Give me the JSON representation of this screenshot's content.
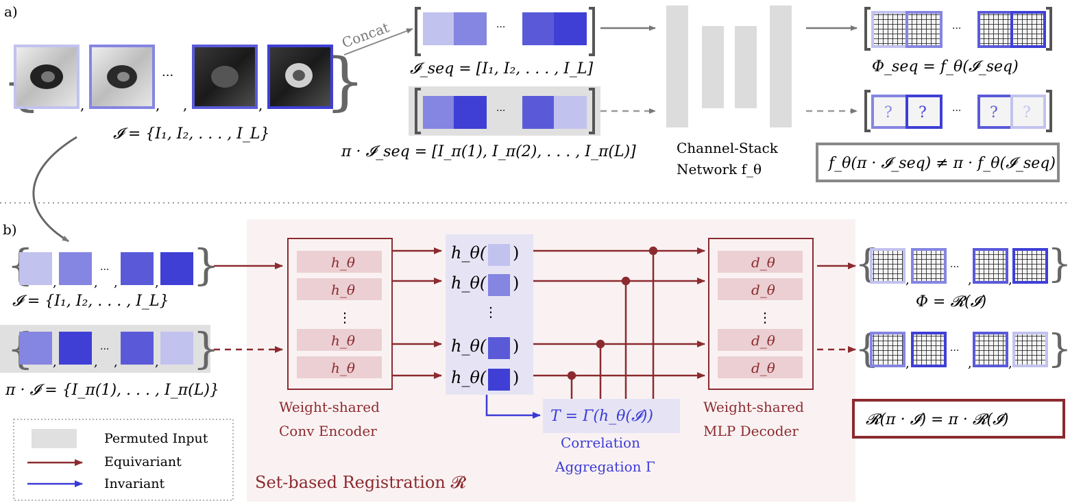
{
  "panel_a": {
    "label": "a)",
    "concat_label": "Concat",
    "set_label": "𝓘 = {I₁, I₂, . . . , I_L}",
    "seq_label": "𝓘_seq = [I₁, I₂, . . . , I_L]",
    "perm_seq_label": "π · 𝓘_seq = [I_π(1), I_π(2), . . . , I_π(L)]",
    "network_line1": "Channel-Stack",
    "network_line2": "Network f_θ",
    "output_label": "Φ_seq = f_θ(𝓘_seq)",
    "noneq_label": "f_θ(π · 𝓘_seq) ≠ π · f_θ(𝓘_seq)",
    "unknown_mark": "?",
    "dots": "···"
  },
  "panel_b": {
    "label": "b)",
    "set_label": "𝓘 = {I₁, I₂, . . . , I_L}",
    "perm_set_label": "π · 𝓘 = {I_π(1), . . . , I_π(L)}",
    "encoder_cell": "h_θ",
    "encoder_caption_1": "Weight-shared",
    "encoder_caption_2": "Conv Encoder",
    "feature_label": "h_θ(",
    "correlation_label": "T = Γ(h_θ(𝓘))",
    "correlation_caption_1": "Correlation",
    "correlation_caption_2": "Aggregation Γ",
    "decoder_cell": "d_θ",
    "decoder_caption_1": "Weight-shared",
    "decoder_caption_2": "MLP Decoder",
    "output_label": "Φ = 𝓡(𝓘)",
    "equiv_label": "𝓡(π · 𝓘) = π · 𝓡(𝓘)",
    "setreg_label": "Set-based Registration 𝓡",
    "dots": "···",
    "vdots": "⋮"
  },
  "legend": {
    "permuted": "Permuted Input",
    "equivariant": "Equivariant",
    "invariant": "Invariant"
  },
  "colors": {
    "shade1": "#c2c2ef",
    "shade2": "#8585e2",
    "shade3": "#5a5ad9",
    "shade4": "#3f3fd6",
    "red": "#8b2a2f",
    "blue": "#3a3ad6",
    "pink_bg": "#faf2f2",
    "cell_pink": "#ebcfd2",
    "lav_bg": "#e6e4f4",
    "gray": "#dcdcdc"
  }
}
